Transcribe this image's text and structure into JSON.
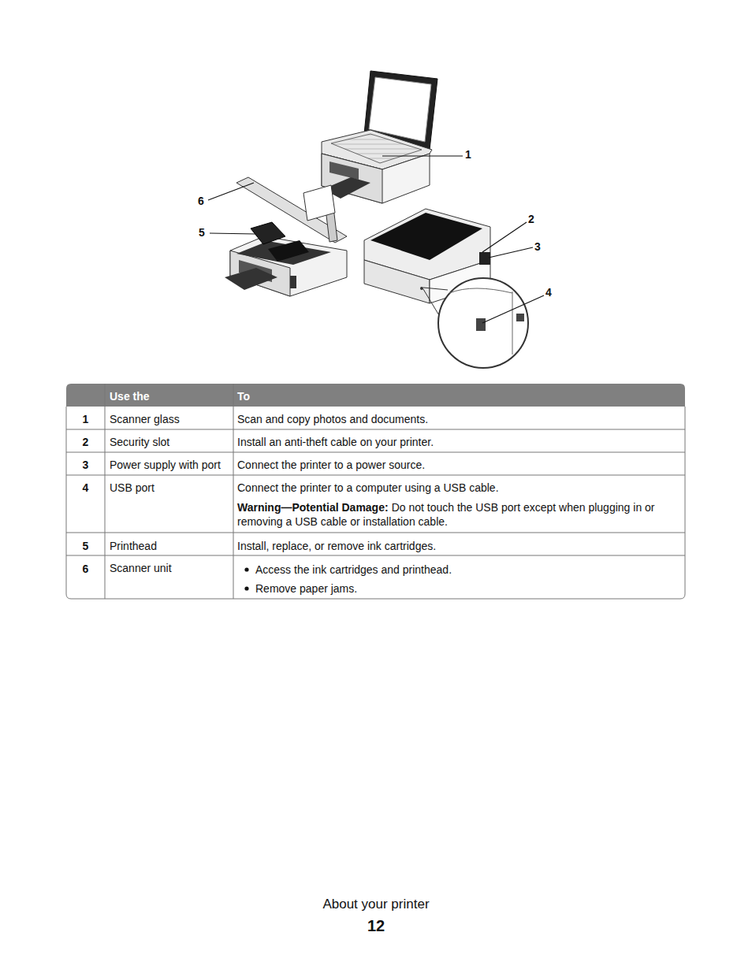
{
  "diagram": {
    "labels": [
      "1",
      "2",
      "3",
      "4",
      "5",
      "6",
      "Use the",
      "To",
      "1",
      "Scanner glass",
      "Scan and copy photos and documents.",
      "2",
      "Security slot",
      "Install an anti-theft cable on your printer.",
      "3",
      "Power supply with port",
      "Connect the printer to a power source.",
      "4",
      "USB port",
      "Connect the printer to a computer using a USB cable.",
      "Warning—Potential Damage:",
      "Do not touch the USB port except when plugging in or removing a USB cable or installation cable.",
      "5",
      "Printhead",
      "Install, replace, or remove ink cartridges.",
      "6",
      "Scanner unit",
      "Access the ink cartridges and printhead.",
      "Remove paper jams.",
      "About your printer",
      "12"
    ]
  }
}
